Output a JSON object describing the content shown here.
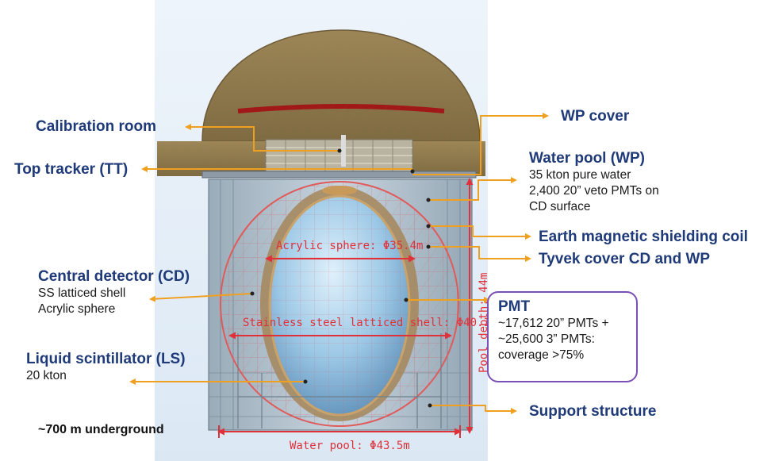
{
  "labels": {
    "calibration_room": "Calibration room",
    "top_tracker": "Top tracker (TT)",
    "wp_cover": "WP cover",
    "water_pool": {
      "title": "Water pool (WP)",
      "line1": "35 kton pure water",
      "line2": "2,400 20” veto PMTs on",
      "line3": "CD surface"
    },
    "earth_coil": "Earth magnetic shielding coil",
    "tyvek": "Tyvek cover CD and WP",
    "central_detector": {
      "title": "Central detector (CD)",
      "line1": "SS latticed shell",
      "line2": "Acrylic sphere"
    },
    "pmt": {
      "title": "PMT",
      "line1": "~17,612 20” PMTs +",
      "line2": "~25,600 3” PMTs:",
      "line3": "coverage >75%"
    },
    "liquid_scintillator": {
      "title": "Liquid scintillator (LS)",
      "line1": "20 kton"
    },
    "support_structure": "Support structure",
    "underground": "~700 m underground"
  },
  "dimensions": {
    "acrylic_sphere": "Acrylic sphere: Φ35.4m",
    "steel_shell": "Stainless steel latticed shell: Φ40.1m",
    "pool_depth": "Pool depth: 44m",
    "water_pool_diameter": "Water pool: Φ43.5m"
  },
  "colors": {
    "label_blue": "#1f3a78",
    "arrow_orange": "#f0a020",
    "dimension_red": "#e0303a",
    "pmt_box_border": "#7a4fb6",
    "dome_rock": "#8a7348",
    "pool_gray": "#a9b9c6",
    "sphere_blue": "#8fbfe0"
  }
}
